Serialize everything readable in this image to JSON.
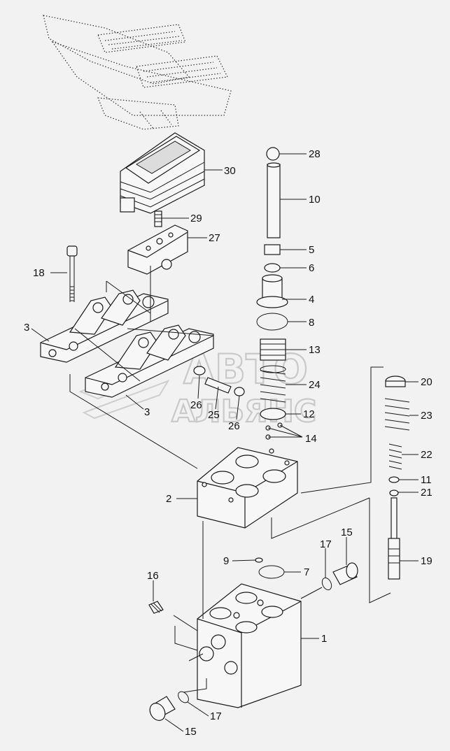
{
  "watermark": {
    "line1": "АВТО",
    "line2": "АЛЬЯНС"
  },
  "callouts": {
    "c28": "28",
    "c30": "30",
    "c10": "10",
    "c29": "29",
    "c27": "27",
    "c5": "5",
    "c6": "6",
    "c18": "18",
    "c4": "4",
    "c8": "8",
    "c3a": "3",
    "c13": "13",
    "c24": "24",
    "c20": "20",
    "c26a": "26",
    "c25": "25",
    "c3b": "3",
    "c26b": "26",
    "c12": "12",
    "c23": "23",
    "c14": "14",
    "c22": "22",
    "c11": "11",
    "c2": "2",
    "c21": "21",
    "c15a": "15",
    "c17a": "17",
    "c9": "9",
    "c7": "7",
    "c19": "19",
    "c16": "16",
    "c1": "1",
    "c17b": "17",
    "c15b": "15"
  }
}
